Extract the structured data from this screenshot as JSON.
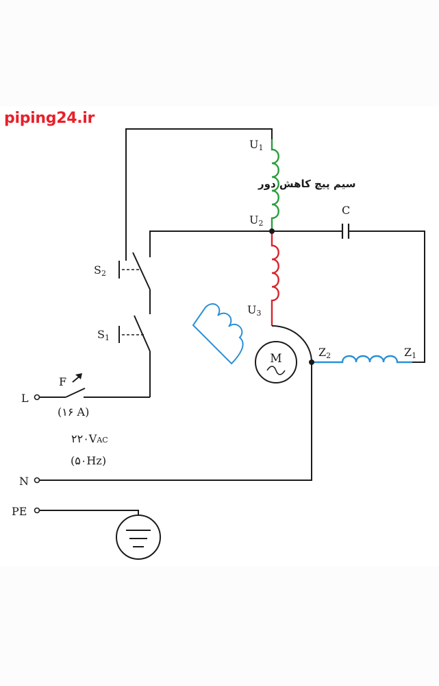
{
  "watermark": "piping24.ir",
  "colors": {
    "wire": "#1a1a1a",
    "coil_low_speed": "#2a9d3a",
    "coil_main": "#d8242b",
    "coil_aux": "#2a8fd6",
    "watermark": "#e8202a"
  },
  "labels": {
    "u1": "U",
    "u1_sub": "1",
    "u2": "U",
    "u2_sub": "2",
    "u3": "U",
    "u3_sub": "3",
    "z1": "Z",
    "z1_sub": "1",
    "z2": "Z",
    "z2_sub": "2",
    "capacitor": "C",
    "coil_note": "سیم پیچ کاهش دور",
    "s1": "S",
    "s1_sub": "1",
    "s2": "S",
    "s2_sub": "2",
    "fuse": "F",
    "fuse_rating": "(۱۶ A)",
    "voltage": "۲۲۰V",
    "voltage_sub": "AC",
    "frequency": "(۵۰Hz)",
    "line": "L",
    "neutral": "N",
    "earth": "PE",
    "motor": "M"
  },
  "icons": [
    "motor-icon",
    "capacitor-icon",
    "ground-icon",
    "fuse-icon",
    "switch-icon",
    "coil-icon"
  ]
}
